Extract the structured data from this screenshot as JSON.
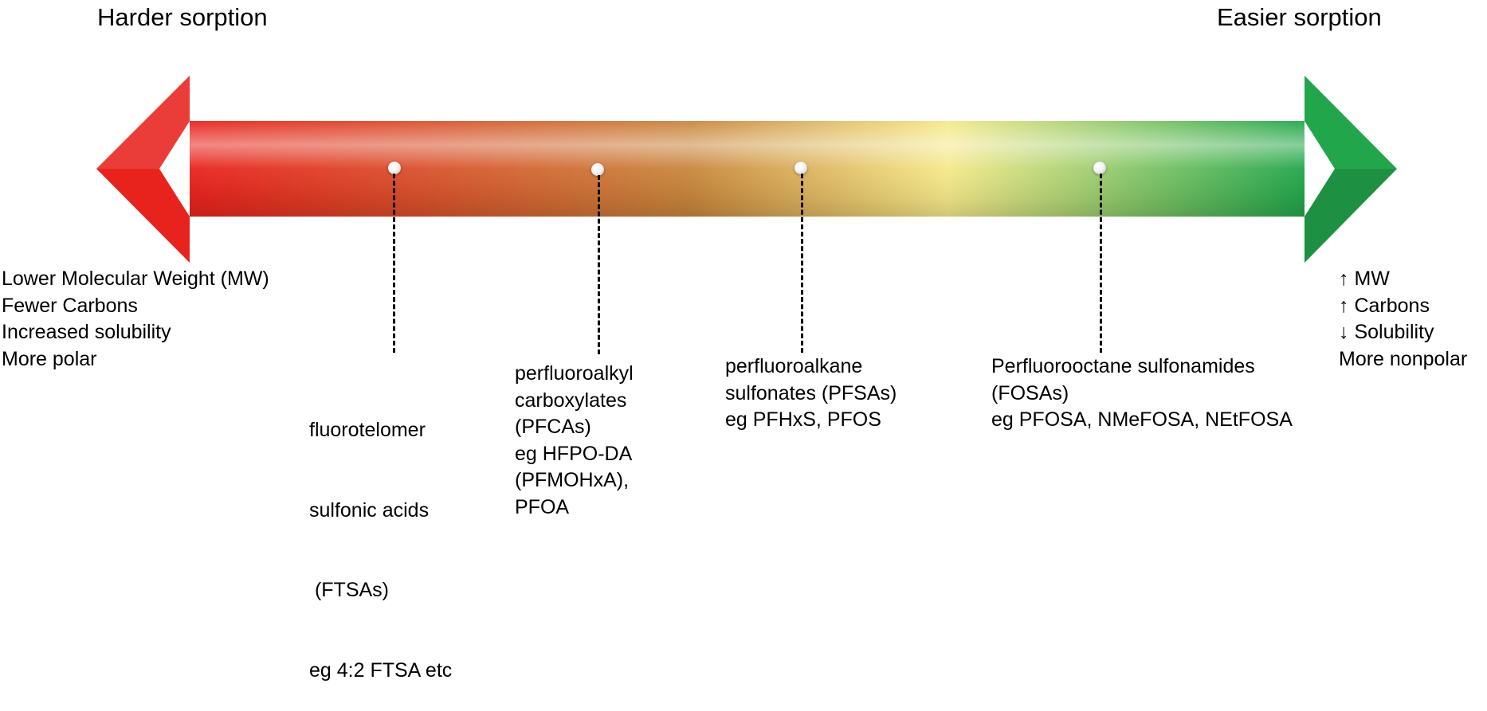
{
  "headings": {
    "left": "Harder sorption",
    "right": "Easier sorption"
  },
  "colors": {
    "arrow_left": "#e8231e",
    "arrow_mid": "#c8873d",
    "arrow_right": "#22a64b",
    "arrow_highlight": "#f5e98a"
  },
  "left_properties": [
    "Lower Molecular Weight (MW)",
    "Fewer Carbons",
    "Increased solubility",
    "More polar"
  ],
  "right_properties": [
    "↑ MW",
    "↑ Carbons",
    "↓ Solubility",
    "More nonpolar"
  ],
  "classes": [
    {
      "id": "ftsa",
      "lines": [
        "fluorotelomer",
        "sulfonic acids",
        " (FTSAs)",
        "eg 4:2 FTSA etc"
      ]
    },
    {
      "id": "pfca",
      "lines": [
        "perfluoroalkyl",
        "carboxylates",
        "(PFCAs)",
        "eg HFPO-DA",
        "(PFMOHxA),",
        "PFOA"
      ]
    },
    {
      "id": "pfsa",
      "lines": [
        "perfluoroalkane",
        "sulfonates (PFSAs)",
        "eg PFHxS, PFOS"
      ]
    },
    {
      "id": "fosa",
      "lines": [
        "Perfluorooctane sulfonamides",
        "(FOSAs)",
        "eg PFOSA, NMeFOSA, NEtFOSA"
      ]
    }
  ]
}
